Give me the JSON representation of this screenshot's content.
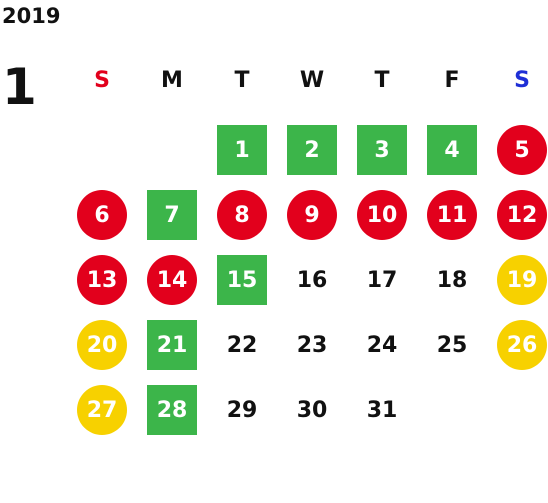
{
  "year": "2019",
  "month": "1",
  "weekdays": [
    "S",
    "M",
    "T",
    "W",
    "T",
    "F",
    "S"
  ],
  "colors": {
    "sunday": "#e2001c",
    "saturday": "#1f2fd6",
    "weekday": "#111111",
    "green": "#3cb54a",
    "red": "#e2001c",
    "yellow": "#f7d100"
  },
  "weeks": [
    [
      null,
      null,
      {
        "d": "1",
        "c": "green"
      },
      {
        "d": "2",
        "c": "green"
      },
      {
        "d": "3",
        "c": "green"
      },
      {
        "d": "4",
        "c": "green"
      },
      {
        "d": "5",
        "c": "red"
      }
    ],
    [
      {
        "d": "6",
        "c": "red"
      },
      {
        "d": "7",
        "c": "green"
      },
      {
        "d": "8",
        "c": "red"
      },
      {
        "d": "9",
        "c": "red"
      },
      {
        "d": "10",
        "c": "red"
      },
      {
        "d": "11",
        "c": "red"
      },
      {
        "d": "12",
        "c": "red"
      }
    ],
    [
      {
        "d": "13",
        "c": "red"
      },
      {
        "d": "14",
        "c": "red"
      },
      {
        "d": "15",
        "c": "green"
      },
      {
        "d": "16",
        "c": ""
      },
      {
        "d": "17",
        "c": ""
      },
      {
        "d": "18",
        "c": ""
      },
      {
        "d": "19",
        "c": "yellow"
      }
    ],
    [
      {
        "d": "20",
        "c": "yellow"
      },
      {
        "d": "21",
        "c": "green"
      },
      {
        "d": "22",
        "c": ""
      },
      {
        "d": "23",
        "c": ""
      },
      {
        "d": "24",
        "c": ""
      },
      {
        "d": "25",
        "c": ""
      },
      {
        "d": "26",
        "c": "yellow"
      }
    ],
    [
      {
        "d": "27",
        "c": "yellow"
      },
      {
        "d": "28",
        "c": "green"
      },
      {
        "d": "29",
        "c": ""
      },
      {
        "d": "30",
        "c": ""
      },
      {
        "d": "31",
        "c": ""
      },
      null,
      null
    ]
  ]
}
